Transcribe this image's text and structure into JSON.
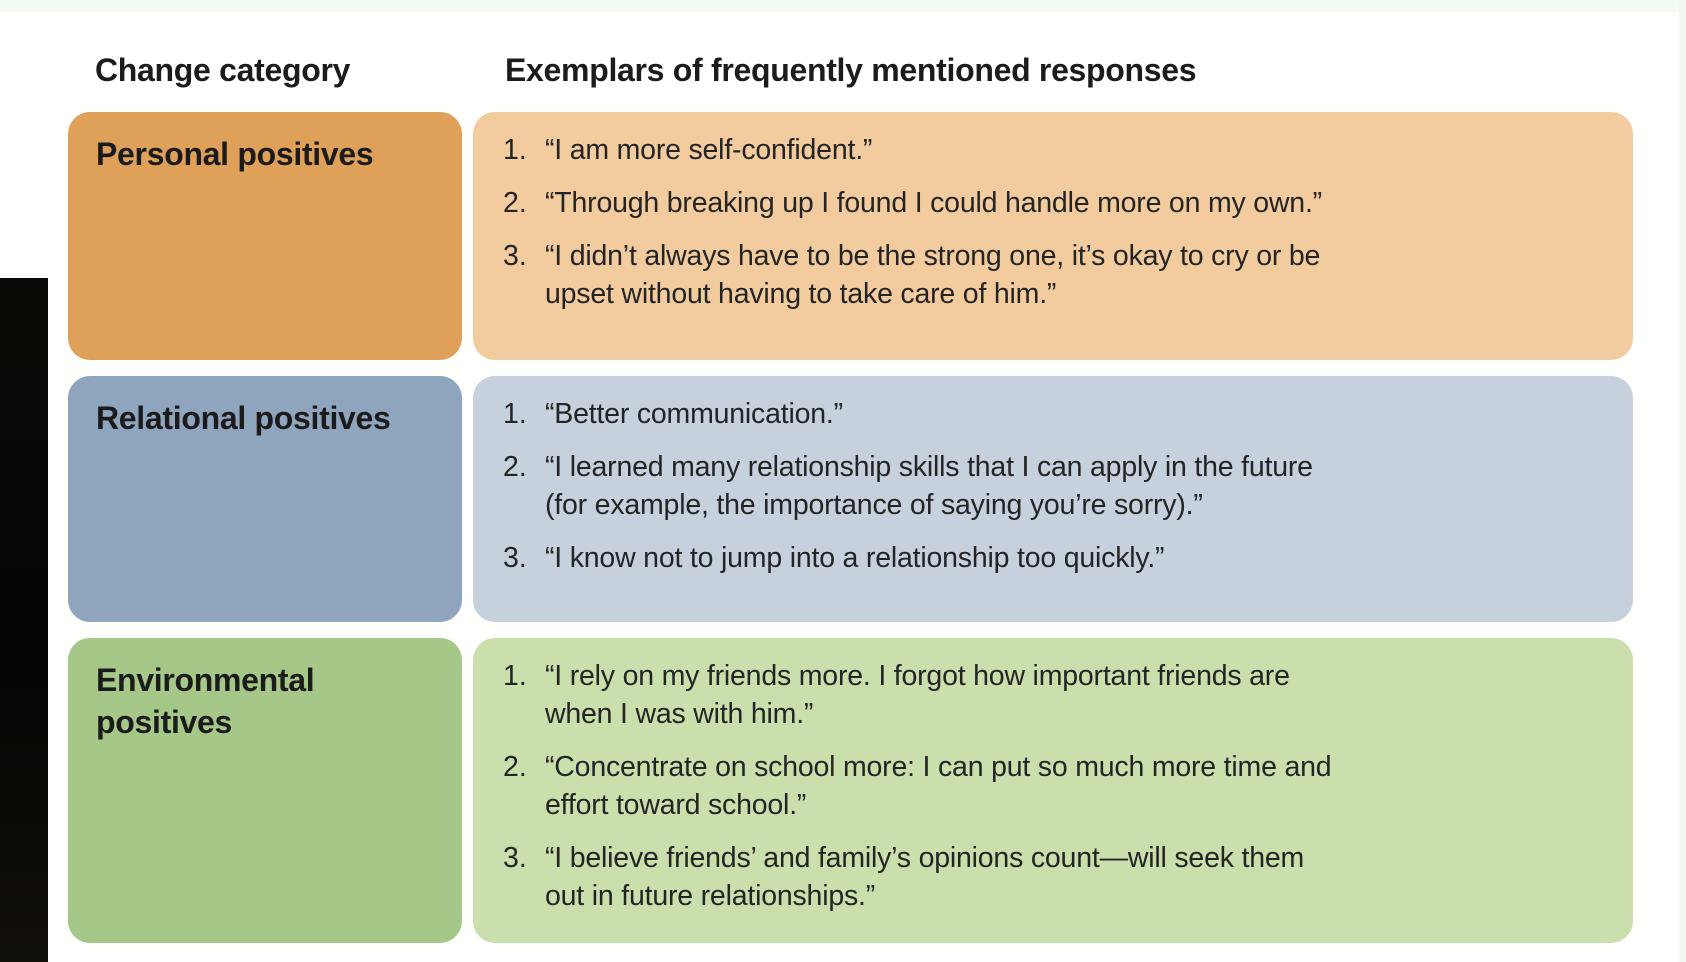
{
  "header": {
    "col1": "Change category",
    "col2": "Exemplars of frequently mentioned responses"
  },
  "colors": {
    "page_background": "#fffffe",
    "top_strip": "#f3f9f3",
    "right_strip": "#f1f8ef",
    "left_photo_bar": "#070604",
    "row_personal_category": "#dfa159",
    "row_personal_exemplars": "#f2cb9e",
    "row_relational_category": "#8fa4bd",
    "row_relational_exemplars": "#c7d1dd",
    "row_environmental_category": "#a5c787",
    "row_environmental_exemplars": "#cbdfad",
    "text": "#1c1c1c"
  },
  "table": {
    "rows": [
      {
        "category": "Personal positives",
        "items": [
          {
            "num": "1.",
            "text": "“I am more self-confident.”"
          },
          {
            "num": "2.",
            "text": "“Through breaking up I found I could handle more on my own.”"
          },
          {
            "num": "3.",
            "text": "“I didn’t always have to be the strong one, it’s okay to cry or be\nupset without having to take care of him.”"
          }
        ]
      },
      {
        "category": "Relational positives",
        "items": [
          {
            "num": "1.",
            "text": "“Better communication.”"
          },
          {
            "num": "2.",
            "text": "“I learned many relationship skills that I can apply in the future\n(for example, the importance of saying you’re sorry).”"
          },
          {
            "num": "3.",
            "text": "“I know not to jump into a relationship too quickly.”"
          }
        ]
      },
      {
        "category": "Environmental positives",
        "items": [
          {
            "num": "1.",
            "text": "“I rely on my friends more. I forgot how important friends are\nwhen I was with him.”"
          },
          {
            "num": "2.",
            "text": "“Concentrate on school more: I can put so much more time and\neffort toward school.”"
          },
          {
            "num": "3.",
            "text": "“I believe friends’ and family’s opinions count—will seek them\nout in future relationships.”"
          }
        ]
      }
    ]
  }
}
